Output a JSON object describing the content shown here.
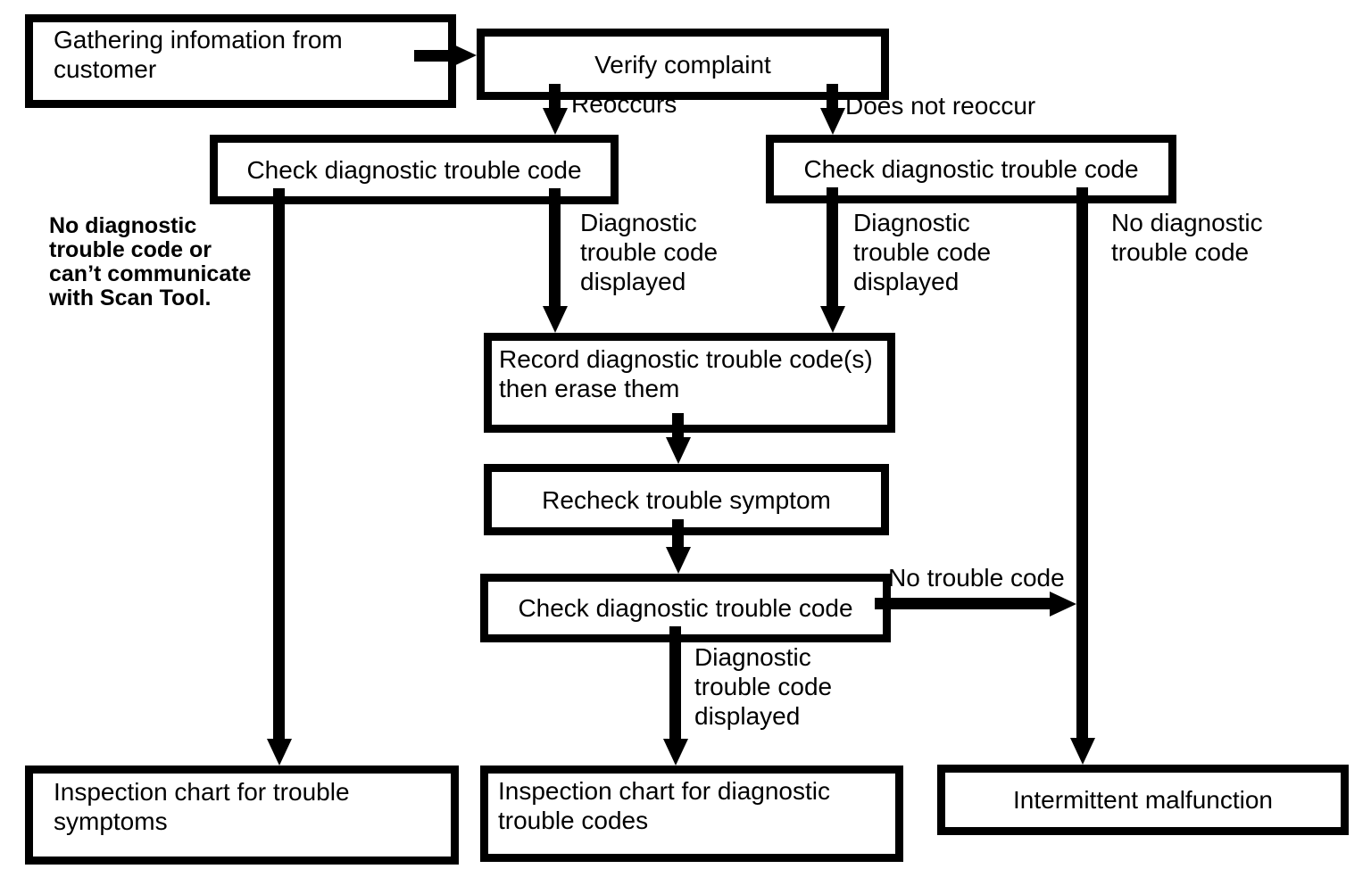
{
  "flowchart": {
    "nodes": {
      "gathering_info": "Gathering infomation from\ncustomer",
      "verify_complaint": "Verify complaint",
      "check_dtc_left": "Check diagnostic trouble code",
      "check_dtc_right": "Check diagnostic trouble code",
      "record_dtc": "Record diagnostic trouble code(s)\nthen erase them",
      "recheck_symptom": "Recheck trouble symptom",
      "check_dtc_recheck": "Check diagnostic trouble code",
      "inspection_symptoms": "Inspection chart for trouble\nsymptoms",
      "inspection_codes": "Inspection chart for diagnostic\ntrouble codes",
      "intermittent": "Intermittent malfunction"
    },
    "edge_labels": {
      "reoccurs": "Reoccurs",
      "does_not_reoccur": "Does not reoccur",
      "dtc_displayed_left": "Diagnostic\ntrouble code\ndisplayed",
      "dtc_displayed_right": "Diagnostic\ntrouble code\ndisplayed",
      "no_dtc": "No diagnostic\ntrouble code",
      "no_trouble_code": "No trouble code",
      "dtc_displayed_bottom": "Diagnostic\ntrouble code\ndisplayed"
    },
    "side_note": "No diagnostic\ntrouble code or\ncan’t communicate\nwith Scan Tool.",
    "colors": {
      "line": "#000000",
      "background": "#ffffff"
    }
  }
}
